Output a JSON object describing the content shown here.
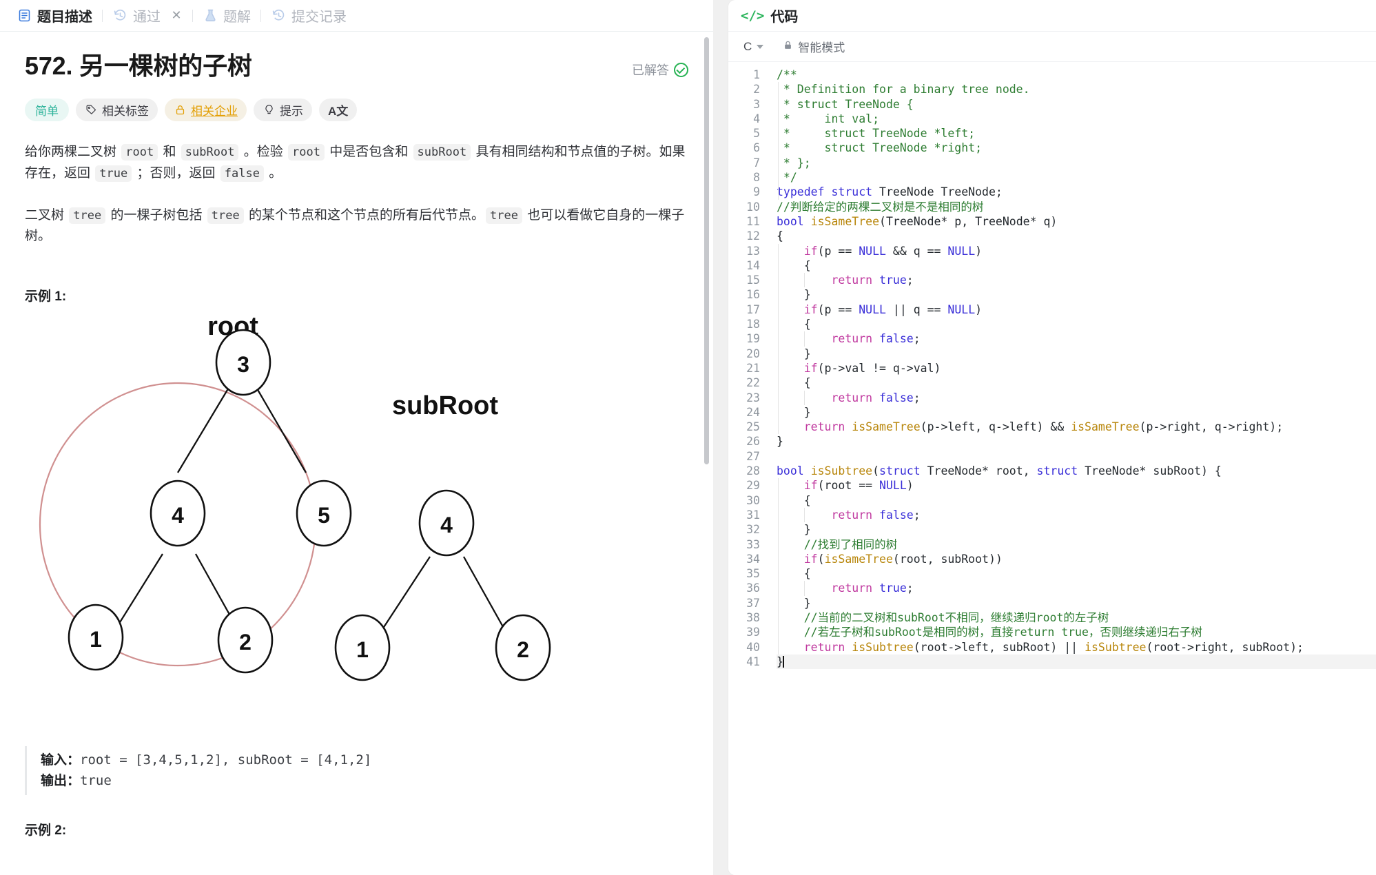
{
  "left": {
    "tabs": [
      {
        "label": "题目描述",
        "icon": "description-icon",
        "active": true,
        "closable": false
      },
      {
        "label": "通过",
        "icon": "history-icon",
        "active": false,
        "closable": true
      },
      {
        "label": "题解",
        "icon": "flask-icon",
        "active": false,
        "closable": false
      },
      {
        "label": "提交记录",
        "icon": "history-icon",
        "active": false,
        "closable": false
      }
    ],
    "title": "572. 另一棵树的子树",
    "solved_label": "已解答",
    "badges": [
      {
        "label": "简单",
        "icon": "",
        "kind": "easy"
      },
      {
        "label": "相关标签",
        "icon": "tag-icon",
        "kind": "plain"
      },
      {
        "label": "相关企业",
        "icon": "lock-icon",
        "kind": "company"
      },
      {
        "label": "提示",
        "icon": "bulb-icon",
        "kind": "plain"
      },
      {
        "label": "A文",
        "icon": "language-icon",
        "kind": "plain"
      }
    ],
    "paragraph1": {
      "t1": "给你两棵二叉树 ",
      "c1": "root",
      "t2": " 和 ",
      "c2": "subRoot",
      "t3": " 。检验 ",
      "c3": "root",
      "t4": " 中是否包含和 ",
      "c4": "subRoot",
      "t5": " 具有相同结构和节点值的子树。如果存在，返回 ",
      "c5": "true",
      "t6": " ；否则，返回 ",
      "c6": "false",
      "t7": " 。"
    },
    "paragraph2": {
      "t1": "二叉树 ",
      "c1": "tree",
      "t2": " 的一棵子树包括 ",
      "c2": "tree",
      "t3": " 的某个节点和这个节点的所有后代节点。",
      "c3": "tree",
      "t4": " 也可以看做它自身的一棵子树。"
    },
    "example1_label": "示例 1:",
    "example2_label": "示例 2:",
    "figure": {
      "root_label": "root",
      "subroot_label": "subRoot",
      "root_nodes": [
        "3",
        "4",
        "5",
        "1",
        "2"
      ],
      "subroot_nodes": [
        "4",
        "1",
        "2"
      ],
      "highlight_color": "#d09090"
    },
    "io": {
      "input_label": "输入：",
      "input_value": "root = [3,4,5,1,2], subRoot = [4,1,2]",
      "output_label": "输出：",
      "output_value": "true"
    }
  },
  "right": {
    "tab_label": "代码",
    "tab_icon": "code-brackets-icon",
    "language": "C",
    "smart_mode_label": "智能模式",
    "smart_mode_icon": "lock-icon",
    "code_lines": [
      {
        "n": 1,
        "indent": 0,
        "cur": false,
        "tokens": [
          [
            "cmt",
            "/**"
          ]
        ]
      },
      {
        "n": 2,
        "indent": 1,
        "cur": false,
        "tokens": [
          [
            "cmt",
            " * Definition for a binary tree node."
          ]
        ]
      },
      {
        "n": 3,
        "indent": 1,
        "cur": false,
        "tokens": [
          [
            "cmt",
            " * struct TreeNode {"
          ]
        ]
      },
      {
        "n": 4,
        "indent": 1,
        "cur": false,
        "tokens": [
          [
            "cmt",
            " *     int val;"
          ]
        ]
      },
      {
        "n": 5,
        "indent": 1,
        "cur": false,
        "tokens": [
          [
            "cmt",
            " *     struct TreeNode *left;"
          ]
        ]
      },
      {
        "n": 6,
        "indent": 1,
        "cur": false,
        "tokens": [
          [
            "cmt",
            " *     struct TreeNode *right;"
          ]
        ]
      },
      {
        "n": 7,
        "indent": 1,
        "cur": false,
        "tokens": [
          [
            "cmt",
            " * };"
          ]
        ]
      },
      {
        "n": 8,
        "indent": 1,
        "cur": false,
        "tokens": [
          [
            "cmt",
            " */"
          ]
        ]
      },
      {
        "n": 9,
        "indent": 1,
        "cur": false,
        "tokens": [
          [
            "kw",
            "typedef"
          ],
          [
            "pl",
            " "
          ],
          [
            "kw",
            "struct"
          ],
          [
            "pl",
            " TreeNode TreeNode;"
          ]
        ]
      },
      {
        "n": 10,
        "indent": 0,
        "cur": false,
        "tokens": [
          [
            "cmt",
            "//判断给定的两棵二叉树是不是相同的树"
          ]
        ]
      },
      {
        "n": 11,
        "indent": 0,
        "cur": false,
        "tokens": [
          [
            "kw",
            "bool"
          ],
          [
            "pl",
            " "
          ],
          [
            "fn",
            "isSameTree"
          ],
          [
            "pl",
            "(TreeNode* p, TreeNode* q)"
          ]
        ]
      },
      {
        "n": 12,
        "indent": 0,
        "cur": false,
        "tokens": [
          [
            "pl",
            "{"
          ]
        ]
      },
      {
        "n": 13,
        "indent": 1,
        "cur": false,
        "tokens": [
          [
            "pl",
            "    "
          ],
          [
            "ctl",
            "if"
          ],
          [
            "pl",
            "(p == "
          ],
          [
            "const",
            "NULL"
          ],
          [
            "pl",
            " && q == "
          ],
          [
            "const",
            "NULL"
          ],
          [
            "pl",
            ")"
          ]
        ]
      },
      {
        "n": 14,
        "indent": 1,
        "cur": false,
        "tokens": [
          [
            "pl",
            "    {"
          ]
        ]
      },
      {
        "n": 15,
        "indent": 2,
        "cur": false,
        "tokens": [
          [
            "pl",
            "        "
          ],
          [
            "ctl",
            "return"
          ],
          [
            "pl",
            " "
          ],
          [
            "const",
            "true"
          ],
          [
            "pl",
            ";"
          ]
        ]
      },
      {
        "n": 16,
        "indent": 1,
        "cur": false,
        "tokens": [
          [
            "pl",
            "    }"
          ]
        ]
      },
      {
        "n": 17,
        "indent": 1,
        "cur": false,
        "tokens": [
          [
            "pl",
            "    "
          ],
          [
            "ctl",
            "if"
          ],
          [
            "pl",
            "(p == "
          ],
          [
            "const",
            "NULL"
          ],
          [
            "pl",
            " || q == "
          ],
          [
            "const",
            "NULL"
          ],
          [
            "pl",
            ")"
          ]
        ]
      },
      {
        "n": 18,
        "indent": 1,
        "cur": false,
        "tokens": [
          [
            "pl",
            "    {"
          ]
        ]
      },
      {
        "n": 19,
        "indent": 2,
        "cur": false,
        "tokens": [
          [
            "pl",
            "        "
          ],
          [
            "ctl",
            "return"
          ],
          [
            "pl",
            " "
          ],
          [
            "const",
            "false"
          ],
          [
            "pl",
            ";"
          ]
        ]
      },
      {
        "n": 20,
        "indent": 1,
        "cur": false,
        "tokens": [
          [
            "pl",
            "    }"
          ]
        ]
      },
      {
        "n": 21,
        "indent": 1,
        "cur": false,
        "tokens": [
          [
            "pl",
            "    "
          ],
          [
            "ctl",
            "if"
          ],
          [
            "pl",
            "(p->val != q->val)"
          ]
        ]
      },
      {
        "n": 22,
        "indent": 1,
        "cur": false,
        "tokens": [
          [
            "pl",
            "    {"
          ]
        ]
      },
      {
        "n": 23,
        "indent": 2,
        "cur": false,
        "tokens": [
          [
            "pl",
            "        "
          ],
          [
            "ctl",
            "return"
          ],
          [
            "pl",
            " "
          ],
          [
            "const",
            "false"
          ],
          [
            "pl",
            ";"
          ]
        ]
      },
      {
        "n": 24,
        "indent": 1,
        "cur": false,
        "tokens": [
          [
            "pl",
            "    }"
          ]
        ]
      },
      {
        "n": 25,
        "indent": 1,
        "cur": false,
        "tokens": [
          [
            "pl",
            "    "
          ],
          [
            "ctl",
            "return"
          ],
          [
            "pl",
            " "
          ],
          [
            "fn",
            "isSameTree"
          ],
          [
            "pl",
            "(p->left, q->left) && "
          ],
          [
            "fn",
            "isSameTree"
          ],
          [
            "pl",
            "(p->right, q->right);"
          ]
        ]
      },
      {
        "n": 26,
        "indent": 0,
        "cur": false,
        "tokens": [
          [
            "pl",
            "}"
          ]
        ]
      },
      {
        "n": 27,
        "indent": 0,
        "cur": false,
        "tokens": [
          [
            "pl",
            ""
          ]
        ]
      },
      {
        "n": 28,
        "indent": 0,
        "cur": false,
        "tokens": [
          [
            "kw",
            "bool"
          ],
          [
            "pl",
            " "
          ],
          [
            "fn",
            "isSubtree"
          ],
          [
            "pl",
            "("
          ],
          [
            "kw",
            "struct"
          ],
          [
            "pl",
            " TreeNode* root, "
          ],
          [
            "kw",
            "struct"
          ],
          [
            "pl",
            " TreeNode* subRoot) {"
          ]
        ]
      },
      {
        "n": 29,
        "indent": 1,
        "cur": false,
        "tokens": [
          [
            "pl",
            "    "
          ],
          [
            "ctl",
            "if"
          ],
          [
            "pl",
            "(root == "
          ],
          [
            "const",
            "NULL"
          ],
          [
            "pl",
            ")"
          ]
        ]
      },
      {
        "n": 30,
        "indent": 1,
        "cur": false,
        "tokens": [
          [
            "pl",
            "    {"
          ]
        ]
      },
      {
        "n": 31,
        "indent": 2,
        "cur": false,
        "tokens": [
          [
            "pl",
            "        "
          ],
          [
            "ctl",
            "return"
          ],
          [
            "pl",
            " "
          ],
          [
            "const",
            "false"
          ],
          [
            "pl",
            ";"
          ]
        ]
      },
      {
        "n": 32,
        "indent": 1,
        "cur": false,
        "tokens": [
          [
            "pl",
            "    }"
          ]
        ]
      },
      {
        "n": 33,
        "indent": 1,
        "cur": false,
        "tokens": [
          [
            "pl",
            "    "
          ],
          [
            "cmt",
            "//找到了相同的树"
          ]
        ]
      },
      {
        "n": 34,
        "indent": 1,
        "cur": false,
        "tokens": [
          [
            "pl",
            "    "
          ],
          [
            "ctl",
            "if"
          ],
          [
            "pl",
            "("
          ],
          [
            "fn",
            "isSameTree"
          ],
          [
            "pl",
            "(root, subRoot))"
          ]
        ]
      },
      {
        "n": 35,
        "indent": 1,
        "cur": false,
        "tokens": [
          [
            "pl",
            "    {"
          ]
        ]
      },
      {
        "n": 36,
        "indent": 2,
        "cur": false,
        "tokens": [
          [
            "pl",
            "        "
          ],
          [
            "ctl",
            "return"
          ],
          [
            "pl",
            " "
          ],
          [
            "const",
            "true"
          ],
          [
            "pl",
            ";"
          ]
        ]
      },
      {
        "n": 37,
        "indent": 1,
        "cur": false,
        "tokens": [
          [
            "pl",
            "    }"
          ]
        ]
      },
      {
        "n": 38,
        "indent": 1,
        "cur": false,
        "tokens": [
          [
            "pl",
            "    "
          ],
          [
            "cmt",
            "//当前的二叉树和subRoot不相同，继续递归root的左子树"
          ]
        ]
      },
      {
        "n": 39,
        "indent": 1,
        "cur": false,
        "tokens": [
          [
            "pl",
            "    "
          ],
          [
            "cmt",
            "//若左子树和subRoot是相同的树，直接return true，否则继续递归右子树"
          ]
        ]
      },
      {
        "n": 40,
        "indent": 1,
        "cur": false,
        "tokens": [
          [
            "pl",
            "    "
          ],
          [
            "ctl",
            "return"
          ],
          [
            "pl",
            " "
          ],
          [
            "fn",
            "isSubtree"
          ],
          [
            "pl",
            "(root->left, subRoot) || "
          ],
          [
            "fn",
            "isSubtree"
          ],
          [
            "pl",
            "(root->right, subRoot);"
          ]
        ]
      },
      {
        "n": 41,
        "indent": 0,
        "cur": true,
        "tokens": [
          [
            "pl",
            "}"
          ],
          [
            "caret",
            ""
          ]
        ]
      }
    ]
  }
}
